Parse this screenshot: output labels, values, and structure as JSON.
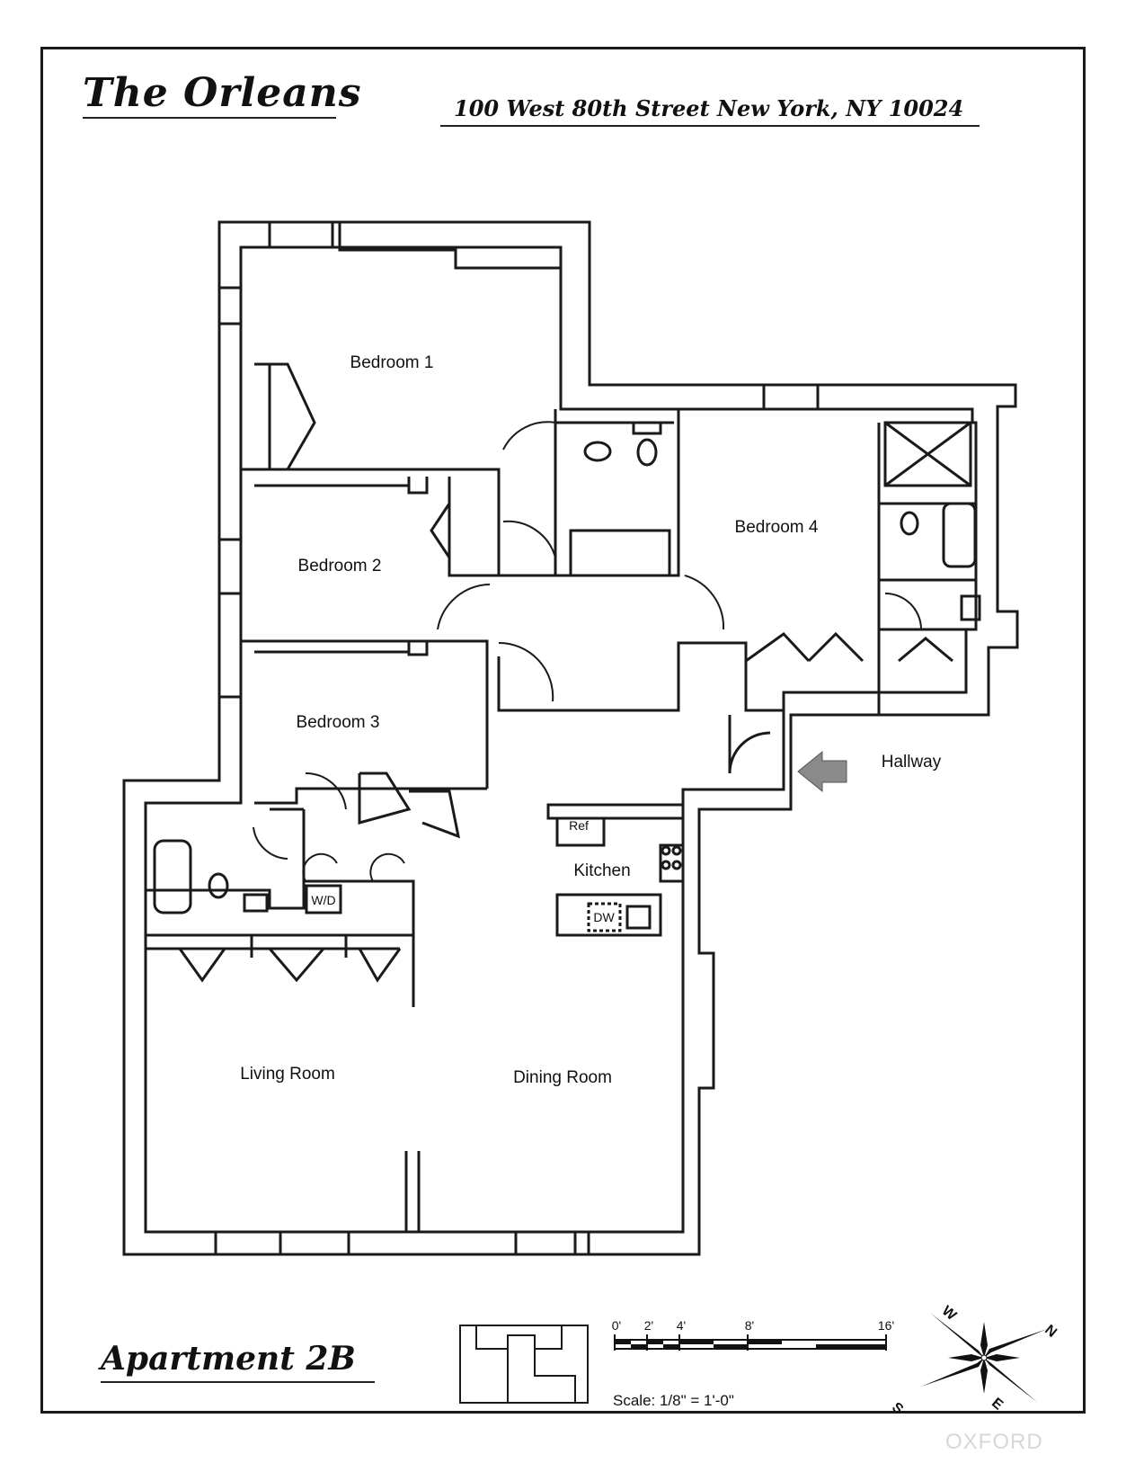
{
  "building": {
    "name": "The Orleans",
    "address": "100 West 80th Street New York, NY 10024"
  },
  "apartment": "Apartment 2B",
  "rooms": {
    "bedroom1": "Bedroom 1",
    "bedroom2": "Bedroom 2",
    "bedroom3": "Bedroom 3",
    "bedroom4": "Bedroom 4",
    "hallway": "Hallway",
    "kitchen": "Kitchen",
    "ref": "Ref",
    "dw": "DW",
    "wd": "W/D",
    "living": "Living Room",
    "dining": "Dining Room"
  },
  "scale_bar": {
    "ticks": [
      "0'",
      "2'",
      "4'",
      "8'",
      "16'"
    ],
    "scale_text": "Scale:  1/8\" = 1'-0\""
  },
  "compass": {
    "n": "N",
    "s": "S",
    "e": "E",
    "w": "W"
  },
  "watermark": "OXFORD",
  "colors": {
    "ink": "#1a1a1a",
    "arrow": "#8a8a8a",
    "paper": "#ffffff"
  }
}
